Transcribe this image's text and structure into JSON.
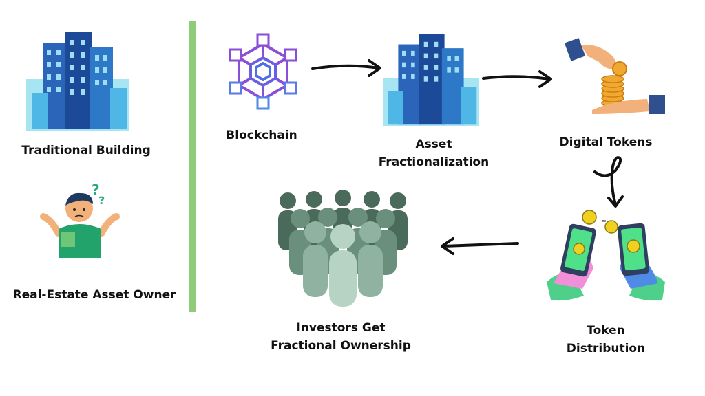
{
  "left_panel": {
    "building_label": "Traditional Building",
    "owner_label": "Real-Estate Asset Owner"
  },
  "flow": {
    "blockchain_label": "Blockchain",
    "asset_label_line1": "Asset",
    "asset_label_line2": "Fractionalization",
    "tokens_label": "Digital Tokens",
    "distribution_label_line1": "Token",
    "distribution_label_line2": "Distribution",
    "investors_label_line1": "Investors Get",
    "investors_label_line2": "Fractional Ownership"
  },
  "colors": {
    "divider": "#8fcc7a",
    "building_dark": "#1f4fa3",
    "building_light": "#4fc3e8",
    "blockchain_purple": "#8a4fd6",
    "coin": "#f0a830",
    "investors_dark": "#4a6b5c",
    "investors_light": "#b7d3c3"
  }
}
